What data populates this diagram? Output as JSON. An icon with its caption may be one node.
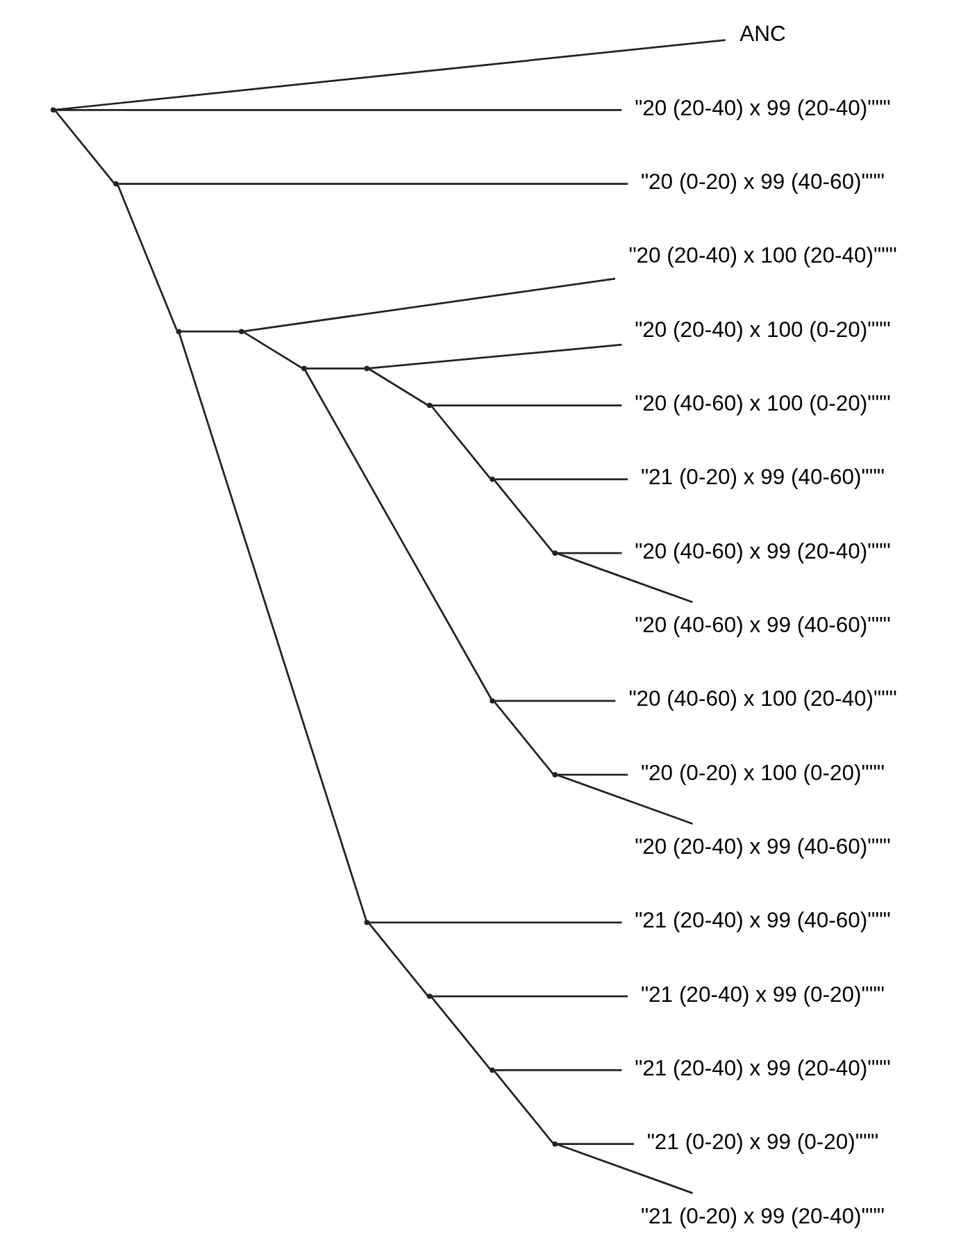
{
  "diagram": {
    "nodes": [
      {
        "text": [
          "ANC"
        ]
      },
      {
        "text": [
          "\"20 (20-40) x 99 (20-40)\"\"\""
        ]
      },
      {
        "text": [
          "\"20 (0-20) x 99 (40-60)\"\"\""
        ]
      },
      {
        "text": [
          "\"21 (20-40) x 99 (40-60)\"\"\""
        ]
      },
      {
        "text": [
          "\"21 (20-40) x 99 (0-20)\"\"\""
        ]
      },
      {
        "text": [
          "\"21 (20-40) x 99 (20-40)\"\"\""
        ]
      },
      {
        "text": [
          "\"21 (0-20) x 99 (0-20)\"\"\""
        ]
      },
      {
        "text": [
          "\"21 (0-20) x 99 (20-40)\"\"\""
        ]
      },
      {
        "text": [
          "\"20 (20-40) x 100 (20-40)\"\"\""
        ]
      },
      {
        "text": [
          "\"20 (40-60) x 100 (20-40)\"\"\""
        ]
      },
      {
        "text": [
          "\"20 (0-20) x 100 (0-20)\"\"\""
        ]
      },
      {
        "text": [
          "\"20 (20-40) x 99 (40-60)\"\"\""
        ]
      },
      {
        "text": [
          "\"20 (20-40) x 100 (0-20)\"\"\""
        ]
      },
      {
        "text": [
          "\"20 (40-60) x 100 (0-20)\"\"\""
        ]
      },
      {
        "text": [
          "\"21 (0-20) x 99 (40-60)\"\"\""
        ]
      },
      {
        "text": [
          "\"20 (40-60) x 99 (20-40)\"\"\""
        ]
      },
      {
        "text": [
          "\"20 (40-60) x 99 (40-60)\"\"\""
        ]
      },
      {
        "text": [],
        "shape": "point"
      },
      {
        "text": [],
        "shape": "point"
      },
      {
        "text": [],
        "shape": "point"
      },
      {
        "text": [],
        "shape": "point"
      },
      {
        "text": [],
        "shape": "point"
      },
      {
        "text": [],
        "shape": "point"
      },
      {
        "text": [],
        "shape": "point"
      },
      {
        "text": [],
        "shape": "point"
      },
      {
        "text": [],
        "shape": "point"
      },
      {
        "text": [],
        "shape": "point"
      },
      {
        "text": [],
        "shape": "point"
      },
      {
        "text": [],
        "shape": "point"
      },
      {
        "text": [],
        "shape": "point"
      },
      {
        "text": [],
        "shape": "point"
      },
      {
        "text": [],
        "shape": "point"
      }
    ],
    "edges": [
      {
        "from": 17,
        "to": 0,
        "arrow": "none"
      },
      {
        "from": 17,
        "to": 1,
        "arrow": "none"
      },
      {
        "from": 17,
        "to": 18,
        "arrow": "none"
      },
      {
        "from": 18,
        "to": 2,
        "arrow": "none"
      },
      {
        "from": 18,
        "to": 19,
        "arrow": "none"
      },
      {
        "from": 19,
        "to": 22,
        "arrow": "none"
      },
      {
        "from": 22,
        "to": 3,
        "arrow": "none"
      },
      {
        "from": 22,
        "to": 24,
        "arrow": "none"
      },
      {
        "from": 24,
        "to": 4,
        "arrow": "none"
      },
      {
        "from": 24,
        "to": 26,
        "arrow": "none"
      },
      {
        "from": 26,
        "to": 5,
        "arrow": "none"
      },
      {
        "from": 26,
        "to": 29,
        "arrow": "none"
      },
      {
        "from": 29,
        "to": 6,
        "arrow": "none"
      },
      {
        "from": 29,
        "to": 7,
        "arrow": "none"
      },
      {
        "from": 19,
        "to": 20,
        "arrow": "none"
      },
      {
        "from": 20,
        "to": 8,
        "arrow": "none"
      },
      {
        "from": 20,
        "to": 21,
        "arrow": "none"
      },
      {
        "from": 21,
        "to": 27,
        "arrow": "none"
      },
      {
        "from": 27,
        "to": 9,
        "arrow": "none"
      },
      {
        "from": 27,
        "to": 30,
        "arrow": "none"
      },
      {
        "from": 30,
        "to": 10,
        "arrow": "none"
      },
      {
        "from": 30,
        "to": 11,
        "arrow": "none"
      },
      {
        "from": 21,
        "to": 23,
        "arrow": "none"
      },
      {
        "from": 23,
        "to": 12,
        "arrow": "none"
      },
      {
        "from": 23,
        "to": 25,
        "arrow": "none"
      },
      {
        "from": 25,
        "to": 13,
        "arrow": "none"
      },
      {
        "from": 25,
        "to": 28,
        "arrow": "none"
      },
      {
        "from": 28,
        "to": 14,
        "arrow": "none"
      },
      {
        "from": 28,
        "to": 31,
        "arrow": "none"
      },
      {
        "from": 31,
        "to": 15,
        "arrow": "none"
      },
      {
        "from": 31,
        "to": 16,
        "arrow": "none"
      }
    ]
  }
}
